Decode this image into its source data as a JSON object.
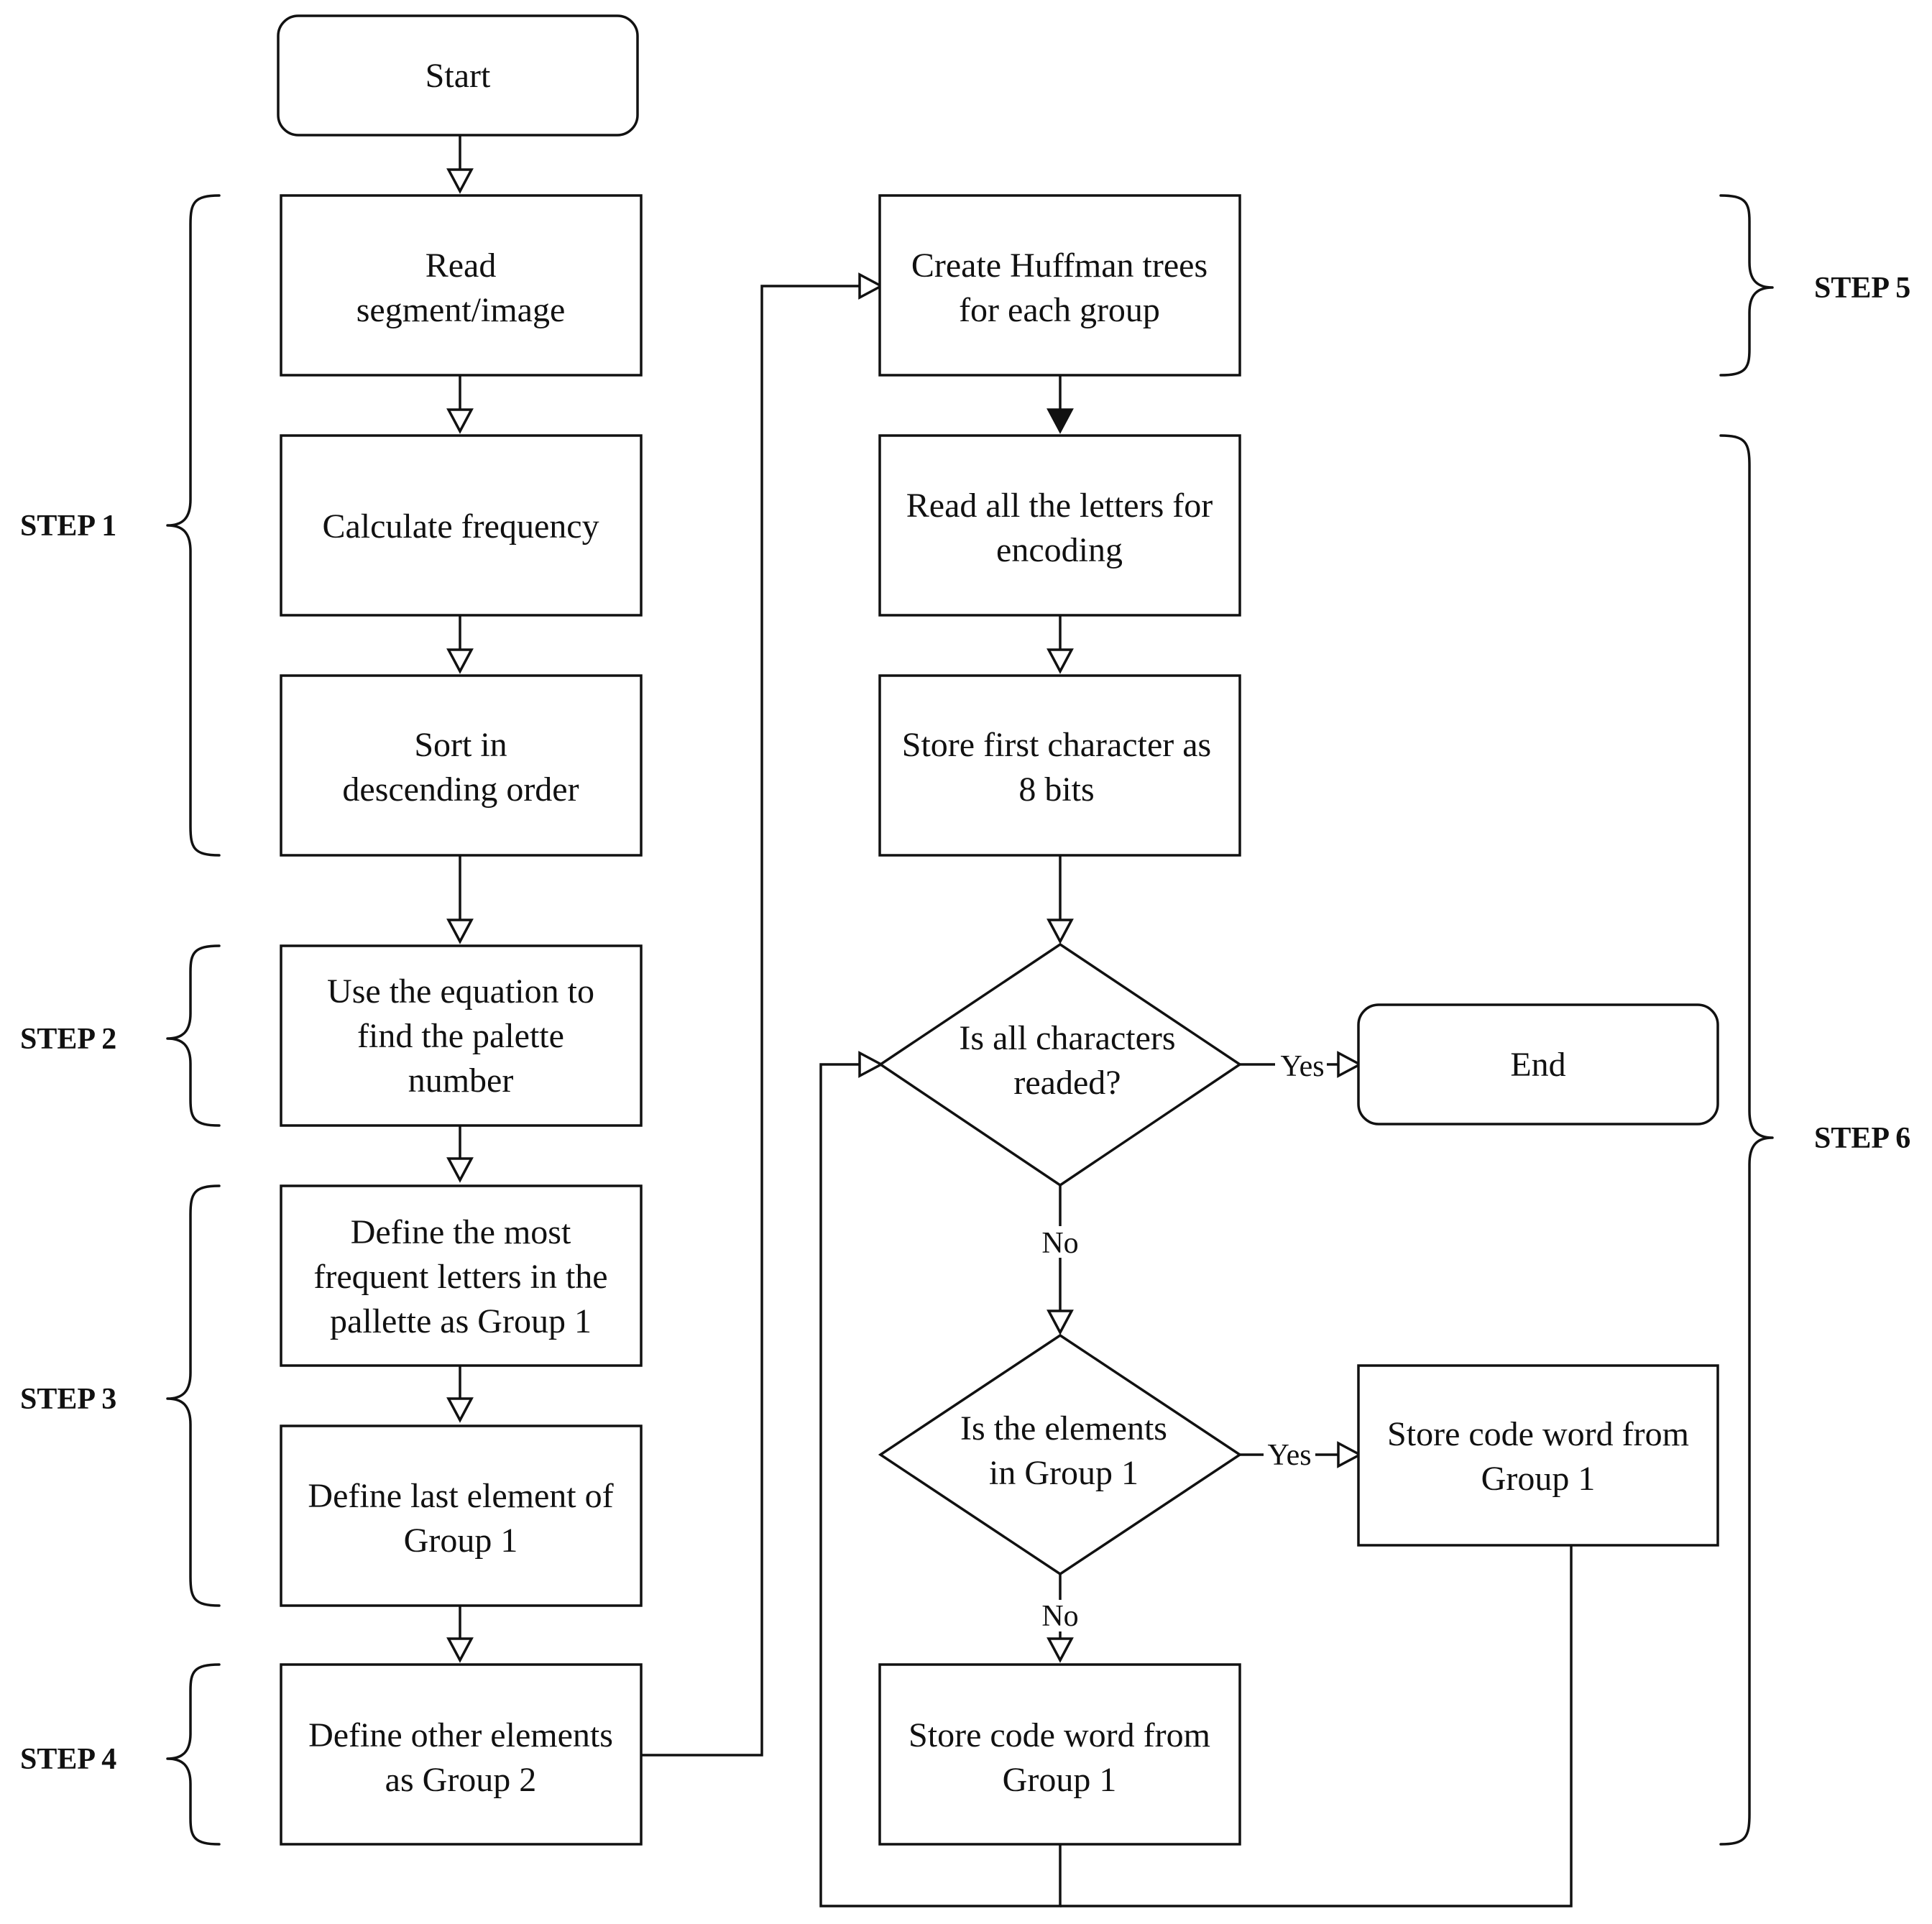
{
  "nodes": {
    "start": {
      "lines": [
        "Start"
      ]
    },
    "read_segment": {
      "lines": [
        "Read",
        "segment/image"
      ]
    },
    "calc_frequency": {
      "lines": [
        "Calculate frequency"
      ]
    },
    "sort_desc": {
      "lines": [
        "Sort in",
        "descending order"
      ]
    },
    "use_equation": {
      "lines": [
        "Use the equation to",
        "find the palette",
        "number"
      ]
    },
    "define_most_frequent": {
      "lines": [
        "Define the most",
        "frequent letters in the",
        "pallette as Group 1"
      ]
    },
    "define_last_element": {
      "lines": [
        "Define last element of",
        "Group 1"
      ]
    },
    "define_other_elements": {
      "lines": [
        "Define other elements",
        "as Group 2"
      ]
    },
    "create_huffman": {
      "lines": [
        "Create Huffman trees",
        "for each group"
      ]
    },
    "read_all_letters": {
      "lines": [
        "Read all the letters for",
        "encoding"
      ]
    },
    "store_first_char": {
      "lines": [
        "Store first character as",
        "8 bits"
      ]
    },
    "decision_all_read": {
      "lines": [
        "Is all characters",
        "readed?"
      ]
    },
    "end": {
      "lines": [
        "End"
      ]
    },
    "decision_group1": {
      "lines": [
        "Is the elements",
        "in Group 1"
      ]
    },
    "store_code_right": {
      "lines": [
        "Store code word from",
        "Group 1"
      ]
    },
    "store_code_bottom": {
      "lines": [
        "Store code word from",
        "Group 1"
      ]
    }
  },
  "edge_labels": {
    "yes_end": "Yes",
    "no_to_group1": "No",
    "yes_store": "Yes",
    "no_store": "No"
  },
  "steps": {
    "step1": "STEP 1",
    "step2": "STEP 2",
    "step3": "STEP 3",
    "step4": "STEP 4",
    "step5": "STEP 5",
    "step6": "STEP 6"
  }
}
